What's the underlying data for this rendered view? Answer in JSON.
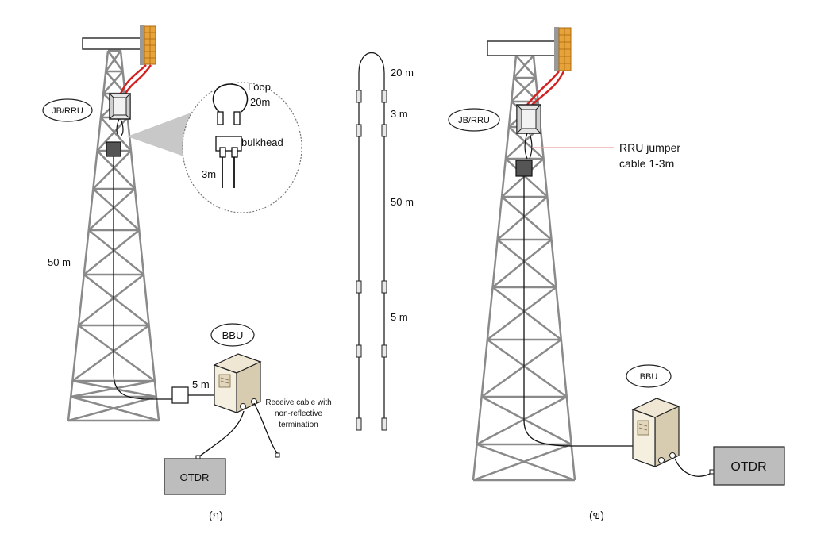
{
  "panel_a": {
    "caption": "(ก)",
    "jb_rru_label": "JB/RRU",
    "height_label": "50 m",
    "loop_label_line1": "Loop",
    "loop_label_line2": "20m",
    "bulkhead_label": "bulkhead",
    "jumper_length_label": "3m",
    "bbu_label": "BBU",
    "receive_length_label": "5 m",
    "receive_note_line1": "Receive cable with",
    "receive_note_line2": "non-reflective",
    "receive_note_line3": "termination",
    "otdr_label": "OTDR"
  },
  "middle": {
    "segment_labels": [
      "20 m",
      "3 m",
      "50 m",
      "5 m"
    ]
  },
  "panel_b": {
    "caption": "(ข)",
    "jb_rru_label": "JB/RRU",
    "jumper_note_line1": "RRU jumper",
    "jumper_note_line2": "cable 1-3m",
    "bbu_label": "BBU",
    "otdr_label": "OTDR"
  },
  "colors": {
    "tower_steel": "#8a8a8a",
    "jumper_cable": "#d42020",
    "antenna_panel": "#e8a23a",
    "otdr_fill": "#bdbdbd",
    "jumper_pointer": "#f0a0a0"
  }
}
